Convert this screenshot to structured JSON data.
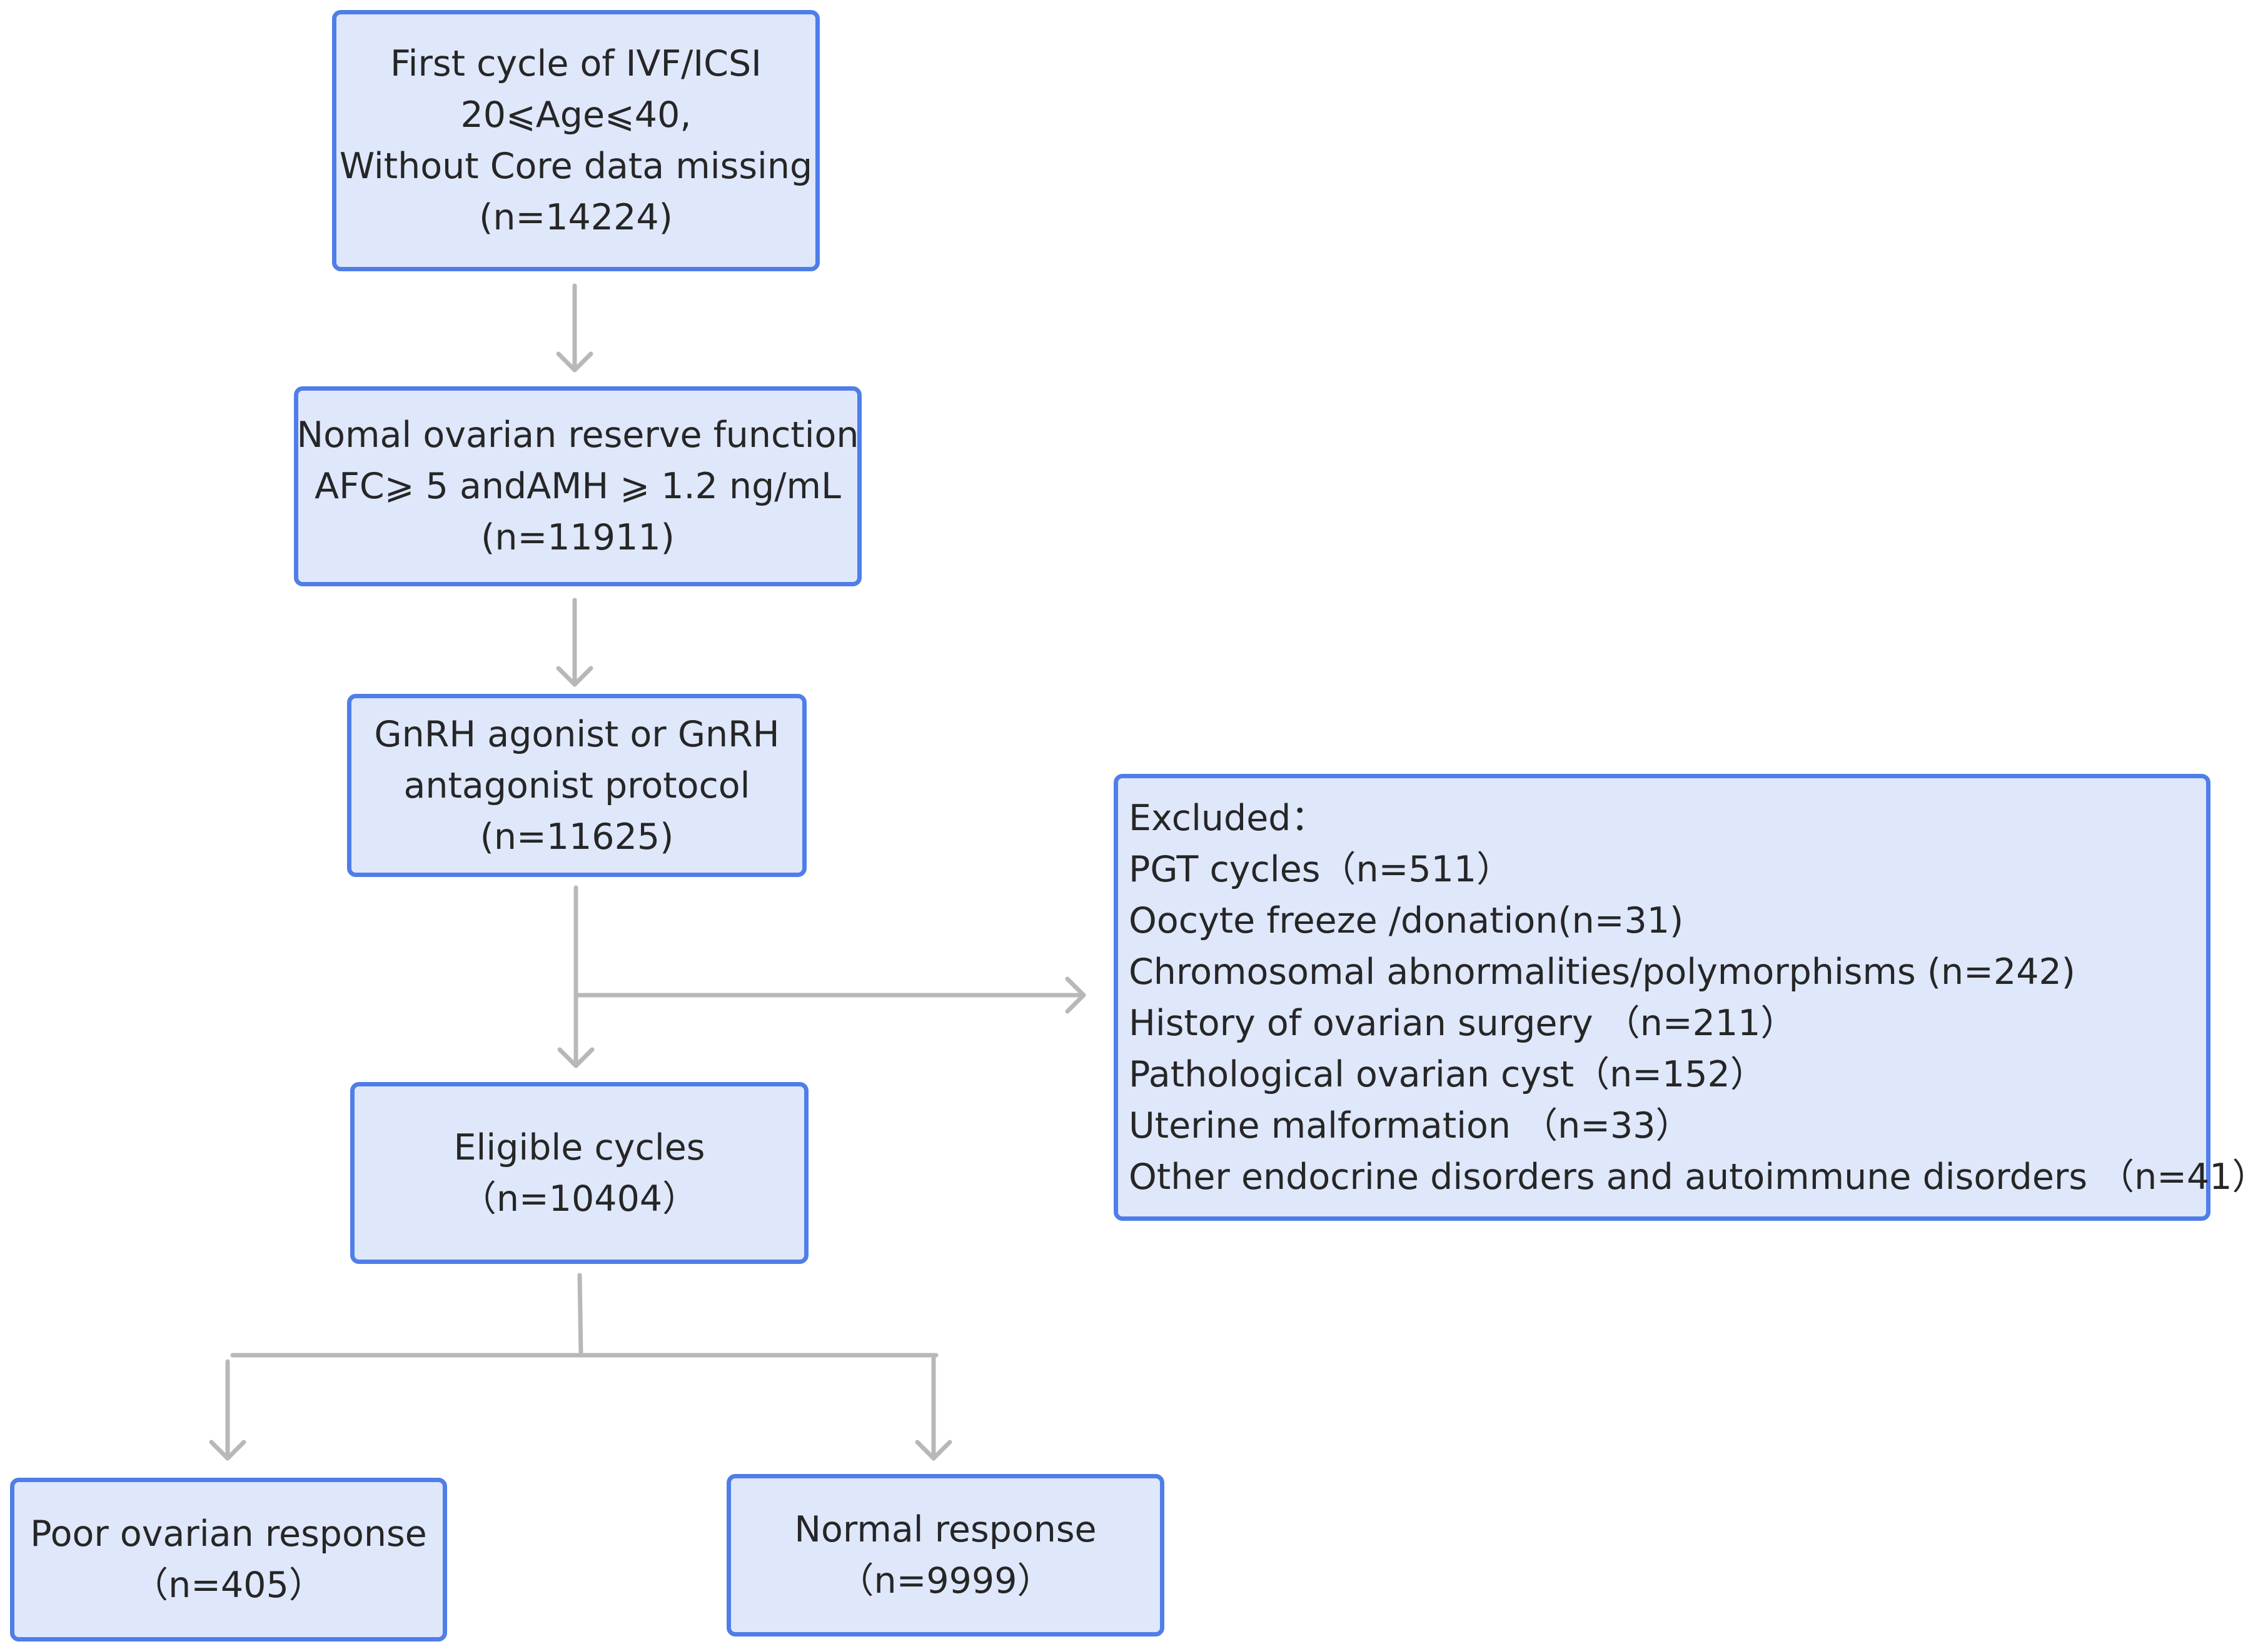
{
  "flowchart": {
    "box1": {
      "lines": [
        "First cycle of IVF/ICSI",
        "20⩽Age⩽40,",
        "Without Core data missing",
        "(n=14224)"
      ]
    },
    "box2": {
      "lines": [
        "Nomal ovarian reserve function",
        "AFC⩾ 5 andAMH ⩾ 1.2 ng/mL",
        "(n=11911)"
      ]
    },
    "box3": {
      "lines": [
        "GnRH agonist or GnRH",
        "antagonist protocol",
        "(n=11625)"
      ]
    },
    "excluded": {
      "lines": [
        "Excluded：",
        "PGT cycles（n=511）",
        "Oocyte freeze /donation(n=31)",
        "Chromosomal abnormalities/polymorphisms (n=242)",
        "History of ovarian surgery （n=211）",
        "Pathological ovarian cyst（n=152）",
        "Uterine malformation （n=33）",
        "Other endocrine disorders and  autoimmune disorders （n=41）"
      ]
    },
    "box4": {
      "lines": [
        "Eligible cycles",
        "（n=10404）"
      ]
    },
    "poor": {
      "lines": [
        "Poor ovarian response",
        "（n=405）"
      ]
    },
    "normal": {
      "lines": [
        "Normal response",
        "（n=9999）"
      ]
    }
  },
  "colors": {
    "box_fill": "#dfe7fb",
    "box_border": "#4f7ee9",
    "arrow": "#b8b8b8",
    "text": "#262626"
  }
}
